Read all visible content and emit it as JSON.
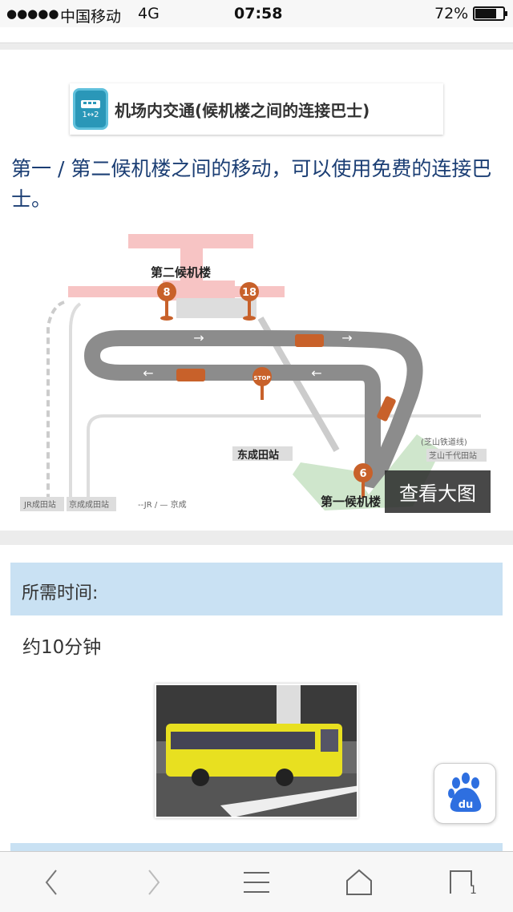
{
  "status_bar": {
    "signal": "●●●●●",
    "carrier": "中国移动",
    "network": "4G",
    "time": "07:58",
    "battery": "72%",
    "battery_level": 0.72
  },
  "banner": {
    "icon": "bus-icon",
    "icon_text": "1↔2",
    "title": "机场内交通(候机楼之间的连接巴士)"
  },
  "intro": "第一 / 第二候机楼之间的移动，可以使用免费的连接巴士。",
  "map": {
    "terminal2": "第二候机楼",
    "terminal1": "第一候机楼",
    "stop_8": "8",
    "stop_18": "18",
    "stop_6": "6",
    "stop_sign": "STOP",
    "higashi_narita": "东成田站",
    "shibayama_line": "(芝山铁道线)",
    "shibayama_station": "芝山千代田站",
    "jr_station": "JR成田站",
    "keisei_station": "京成成田站",
    "legend": "--JR / — 京成"
  },
  "view_large_button": "查看大图",
  "section": {
    "header": "所需时间:",
    "duration": "约10分钟"
  },
  "toolbar": {
    "tabs_count": "1"
  },
  "colors": {
    "header_bg": "#c9e1f3",
    "text_blue": "#1b3e74",
    "route": "#8c8c8c",
    "stop": "#c8612a"
  }
}
